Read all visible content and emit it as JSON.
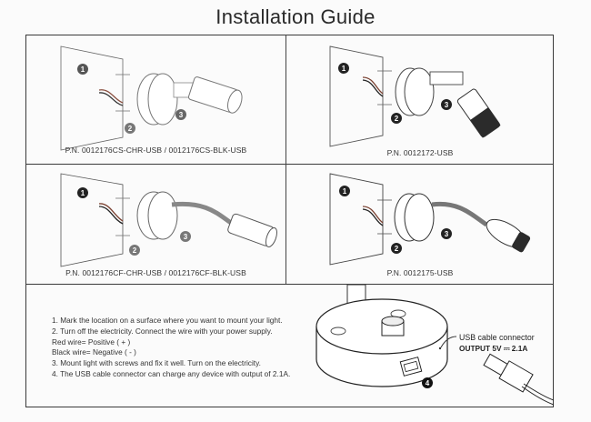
{
  "title": "Installation Guide",
  "panels": [
    {
      "id": "panel-1",
      "part_number": "P.N. 0012176CS-CHR-USB / 0012176CS-BLK-USB",
      "step_badges": [
        "1",
        "2",
        "3"
      ]
    },
    {
      "id": "panel-2",
      "part_number": "P.N. 0012172-USB",
      "step_badges": [
        "1",
        "2",
        "3"
      ]
    },
    {
      "id": "panel-3",
      "part_number": "P.N. 0012176CF-CHR-USB / 0012176CF-BLK-USB",
      "step_badges": [
        "1",
        "2",
        "3"
      ]
    },
    {
      "id": "panel-4",
      "part_number": "P.N. 0012175-USB",
      "step_badges": [
        "1",
        "2",
        "3"
      ]
    }
  ],
  "instructions": [
    "1. Mark the location on a surface where you want to mount your light.",
    "2. Turn off the electricity. Connect the wire with your power supply.",
    "Red wire= Positive ( + )",
    "Black wire= Negative ( - )",
    "3. Mount light with screws and fix it well. Turn on the electricity.",
    "4. The USB cable connector can charge any device with output of 2.1A."
  ],
  "usb": {
    "label": "USB cable connector",
    "output": "OUTPUT 5V ⎓ 2.1A",
    "step_badge": "4"
  }
}
